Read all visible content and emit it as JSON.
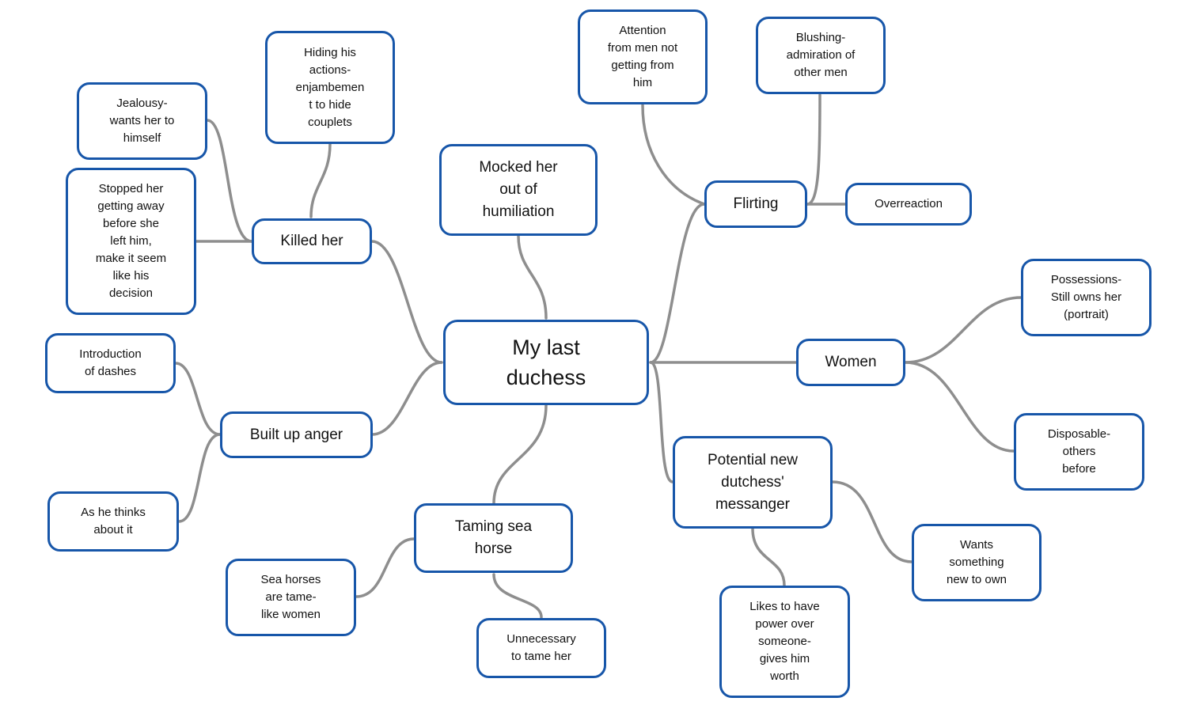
{
  "map": {
    "colors": {
      "border": "#1756a9",
      "link": "#8e8e8e",
      "background": "#ffffff"
    },
    "root": "My last\nduchess",
    "topics": {
      "killed_her": "Killed her",
      "mocked": "Mocked her\nout of\nhumiliation",
      "built_up_anger": "Built up anger",
      "taming": "Taming sea\nhorse",
      "flirting": "Flirting",
      "women": "Women",
      "potential": "Potential new\ndutchess'\nmessanger"
    },
    "leaves": {
      "hiding": "Hiding his\nactions-\nenjambemen\nt to hide\ncouplets",
      "jealousy": "Jealousy-\nwants her to\nhimself",
      "stopped": "Stopped her\ngetting away\nbefore she\nleft him,\nmake it seem\nlike his\ndecision",
      "intro_dashes": "Introduction\nof dashes",
      "thinks": "As he thinks\nabout it",
      "sea_horses": "Sea horses\nare tame-\nlike women",
      "unnecessary": "Unnecessary\nto tame her",
      "attention": "Attention\nfrom men not\ngetting from\nhim",
      "blushing": "Blushing-\nadmiration of\nother men",
      "overreaction": "Overreaction",
      "possessions": "Possessions-\nStill owns her\n(portrait)",
      "disposable": "Disposable-\nothers\nbefore",
      "wants": "Wants\nsomething\nnew to own",
      "likes_power": "Likes to have\npower over\nsomeone-\ngives him\nworth"
    }
  }
}
